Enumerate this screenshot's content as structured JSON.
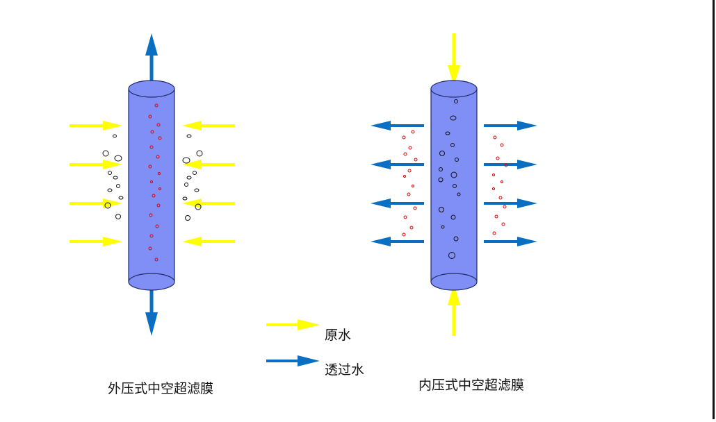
{
  "diagrams": [
    {
      "id": "outside",
      "caption": "外压式中空超滤膜",
      "flow": "outside-in"
    },
    {
      "id": "inside",
      "caption": "内压式中空超滤膜",
      "flow": "inside-out"
    }
  ],
  "legend": {
    "raw_water": {
      "label": "原水",
      "color": "#FFFF00"
    },
    "permeate": {
      "label": "透过水",
      "color": "#0A6FC2"
    }
  },
  "colors": {
    "tube_fill": "#7F8FF5",
    "tube_stroke": "#1f2a66",
    "permeate_particle": "#E00000",
    "impurity_particle": "#111111"
  }
}
